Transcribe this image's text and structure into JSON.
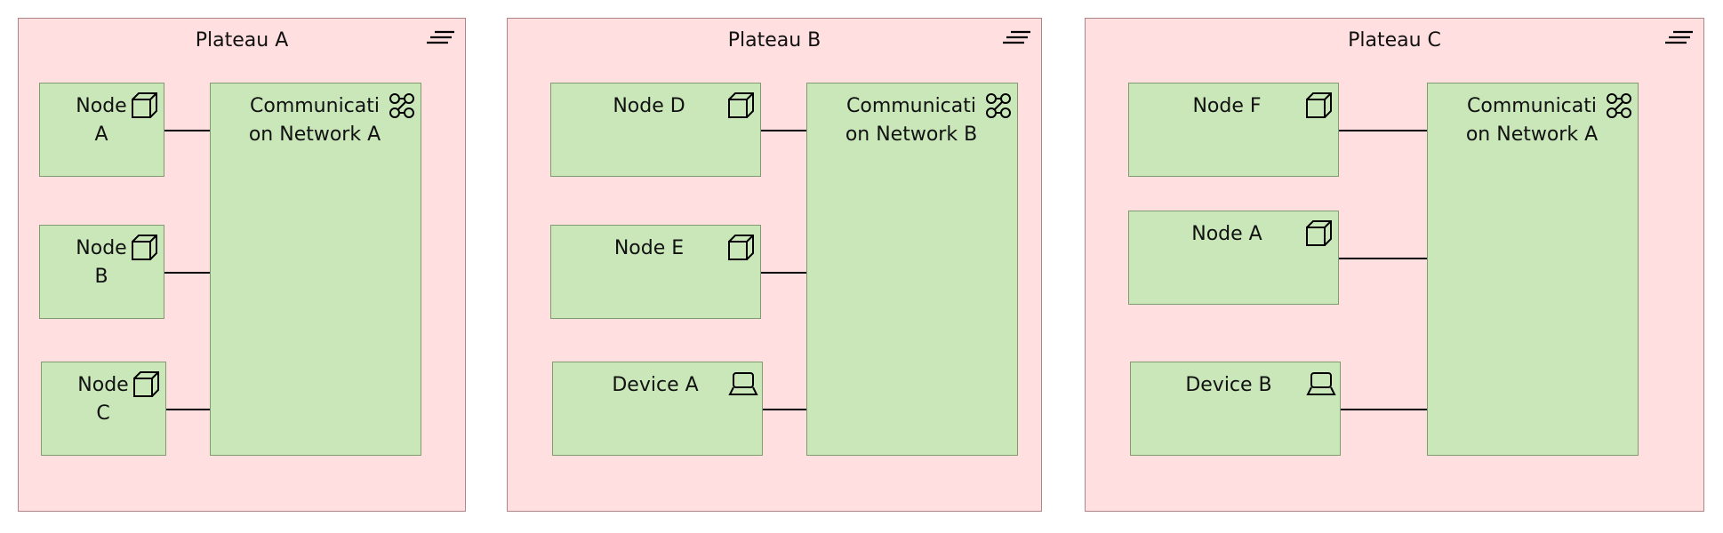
{
  "plateaus": [
    {
      "title": "Plateau A",
      "nodes": [
        "Node A",
        "Node B",
        "Node C"
      ],
      "network": "Communication Network A"
    },
    {
      "title": "Plateau B",
      "nodes": [
        "Node D",
        "Node E"
      ],
      "devices": [
        "Device A"
      ],
      "network": "Communication Network B"
    },
    {
      "title": "Plateau C",
      "nodes": [
        "Node F",
        "Node A"
      ],
      "devices": [
        "Device B"
      ],
      "network": "Communication Network A"
    }
  ],
  "icons": {
    "plateau": "plateau-icon",
    "node": "node-icon",
    "device": "device-icon",
    "network": "communication-network-icon"
  },
  "colors": {
    "plateau_fill": "#ffdfdf",
    "element_fill": "#c9e7b8"
  }
}
